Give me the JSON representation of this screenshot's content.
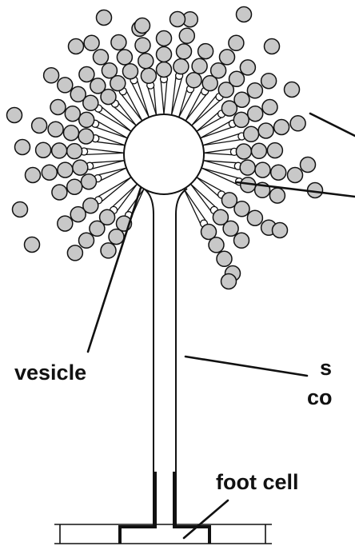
{
  "diagram": {
    "labels": {
      "vesicle": "vesicle",
      "stipe_line1": "s",
      "stipe_line2": "co",
      "foot_cell": "foot cell"
    },
    "colors": {
      "line": "#111111",
      "spore_fill": "#c8c8c8",
      "background": "#ffffff"
    }
  }
}
